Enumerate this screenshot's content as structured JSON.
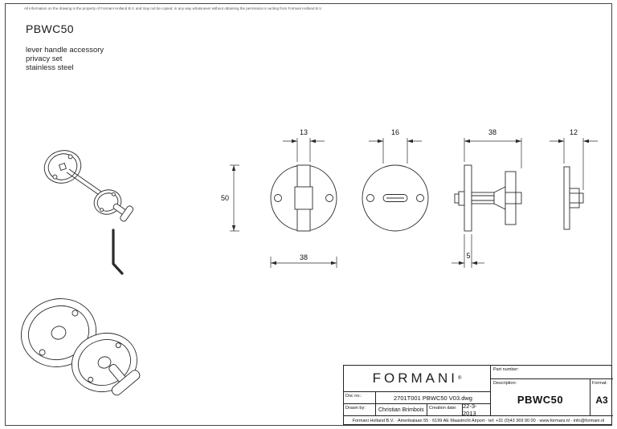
{
  "disclaimer": "All information on the drawing is the property of Formani Holland B.V. and may not be copied, in any way whatsoever without obtaining the permission in writing from Formani Holland B.V.",
  "header": {
    "title": "PBWC50"
  },
  "subtitle": [
    "lever handle accessory",
    "privacy set",
    "stainless steel"
  ],
  "dims": {
    "d13": "13",
    "d16": "16",
    "d38_side": "38",
    "d12": "12",
    "d50": "50",
    "d38_front": "38",
    "d5": "5"
  },
  "title_block": {
    "brand": "FORMANI",
    "brand_reg": "®",
    "doc_no_label": "Doc no.:",
    "doc_no": "2701T001 PBWC50 V03.dwg",
    "drawn_by_label": "Drawn by:",
    "drawn_by": "Christian Brimbois",
    "creation_date_label": "Creation date:",
    "creation_date": "22-3-2013",
    "part_number_label": "Part number:",
    "description_label": "Description:",
    "description": "PBWC50",
    "format_label": "Format:",
    "format": "A3",
    "footer": "Formani Holland B.V. ·  Amerikalaan 55 ·  6199 AE Maastricht Airport ·  tel: +31 (0)43 369 90 00 ·  www.formani.nl ·  info@formani.nl"
  }
}
